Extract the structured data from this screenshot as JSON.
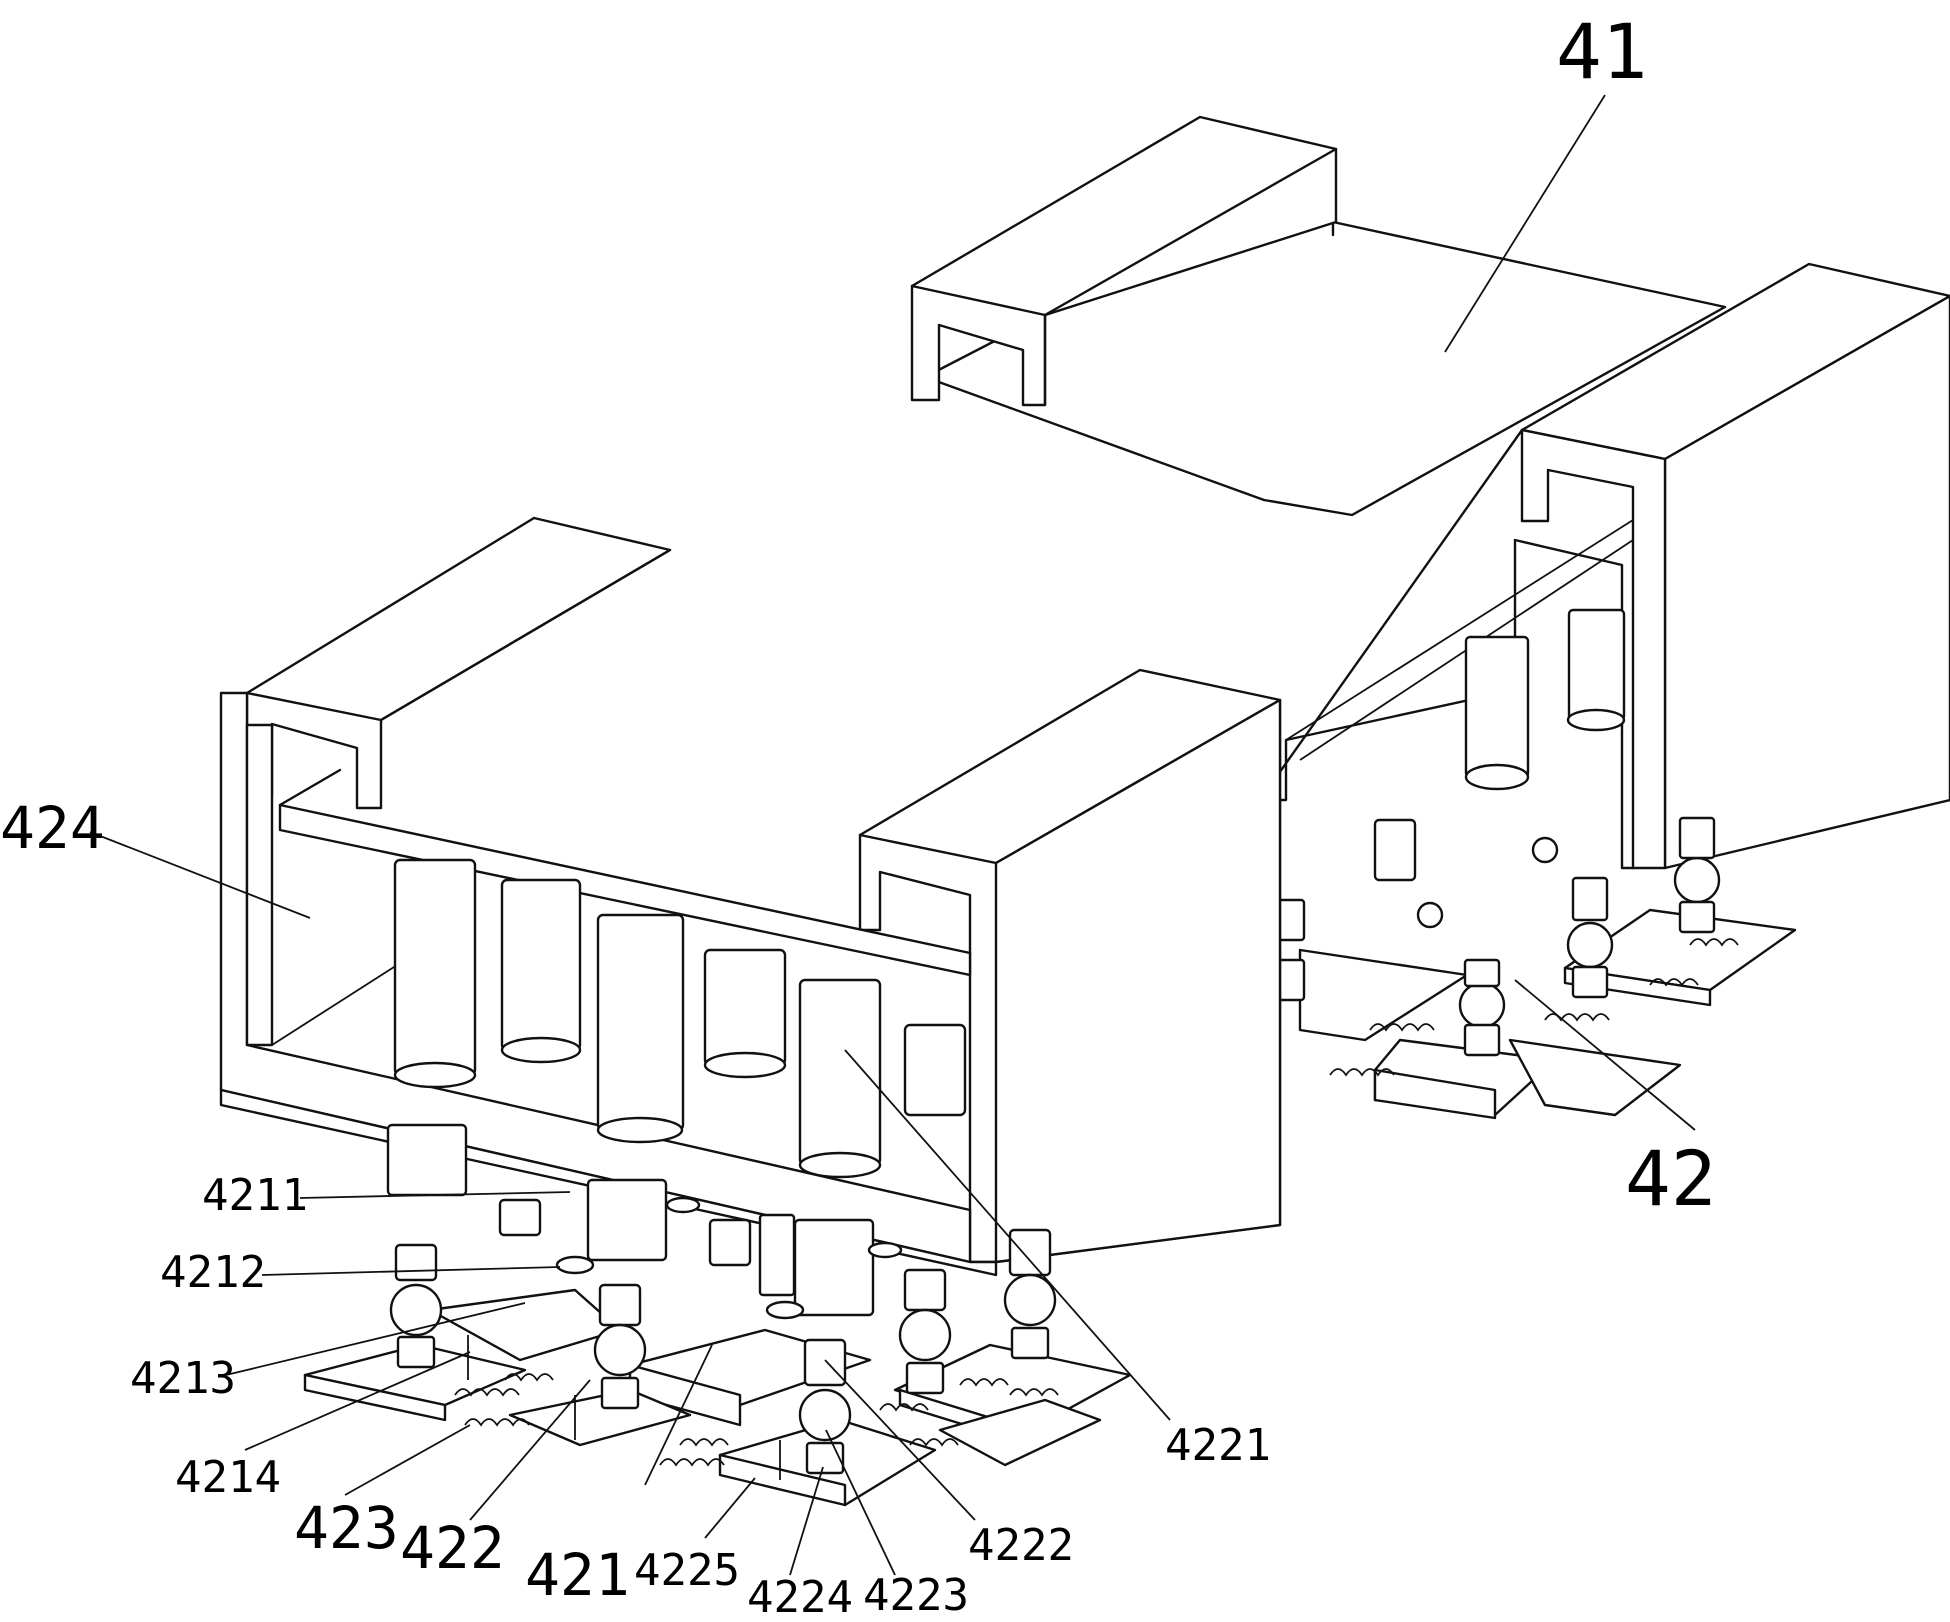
{
  "labels": {
    "l41": "41",
    "l42": "42",
    "l424": "424",
    "l4211": "4211",
    "l4212": "4212",
    "l4213": "4213",
    "l4214": "4214",
    "l423": "423",
    "l422": "422",
    "l421": "421",
    "l4225": "4225",
    "l4224": "4224",
    "l4223": "4223",
    "l4222": "4222",
    "l4221": "4221"
  },
  "colors": {
    "line": "#111111",
    "fill": "#ffffff"
  }
}
